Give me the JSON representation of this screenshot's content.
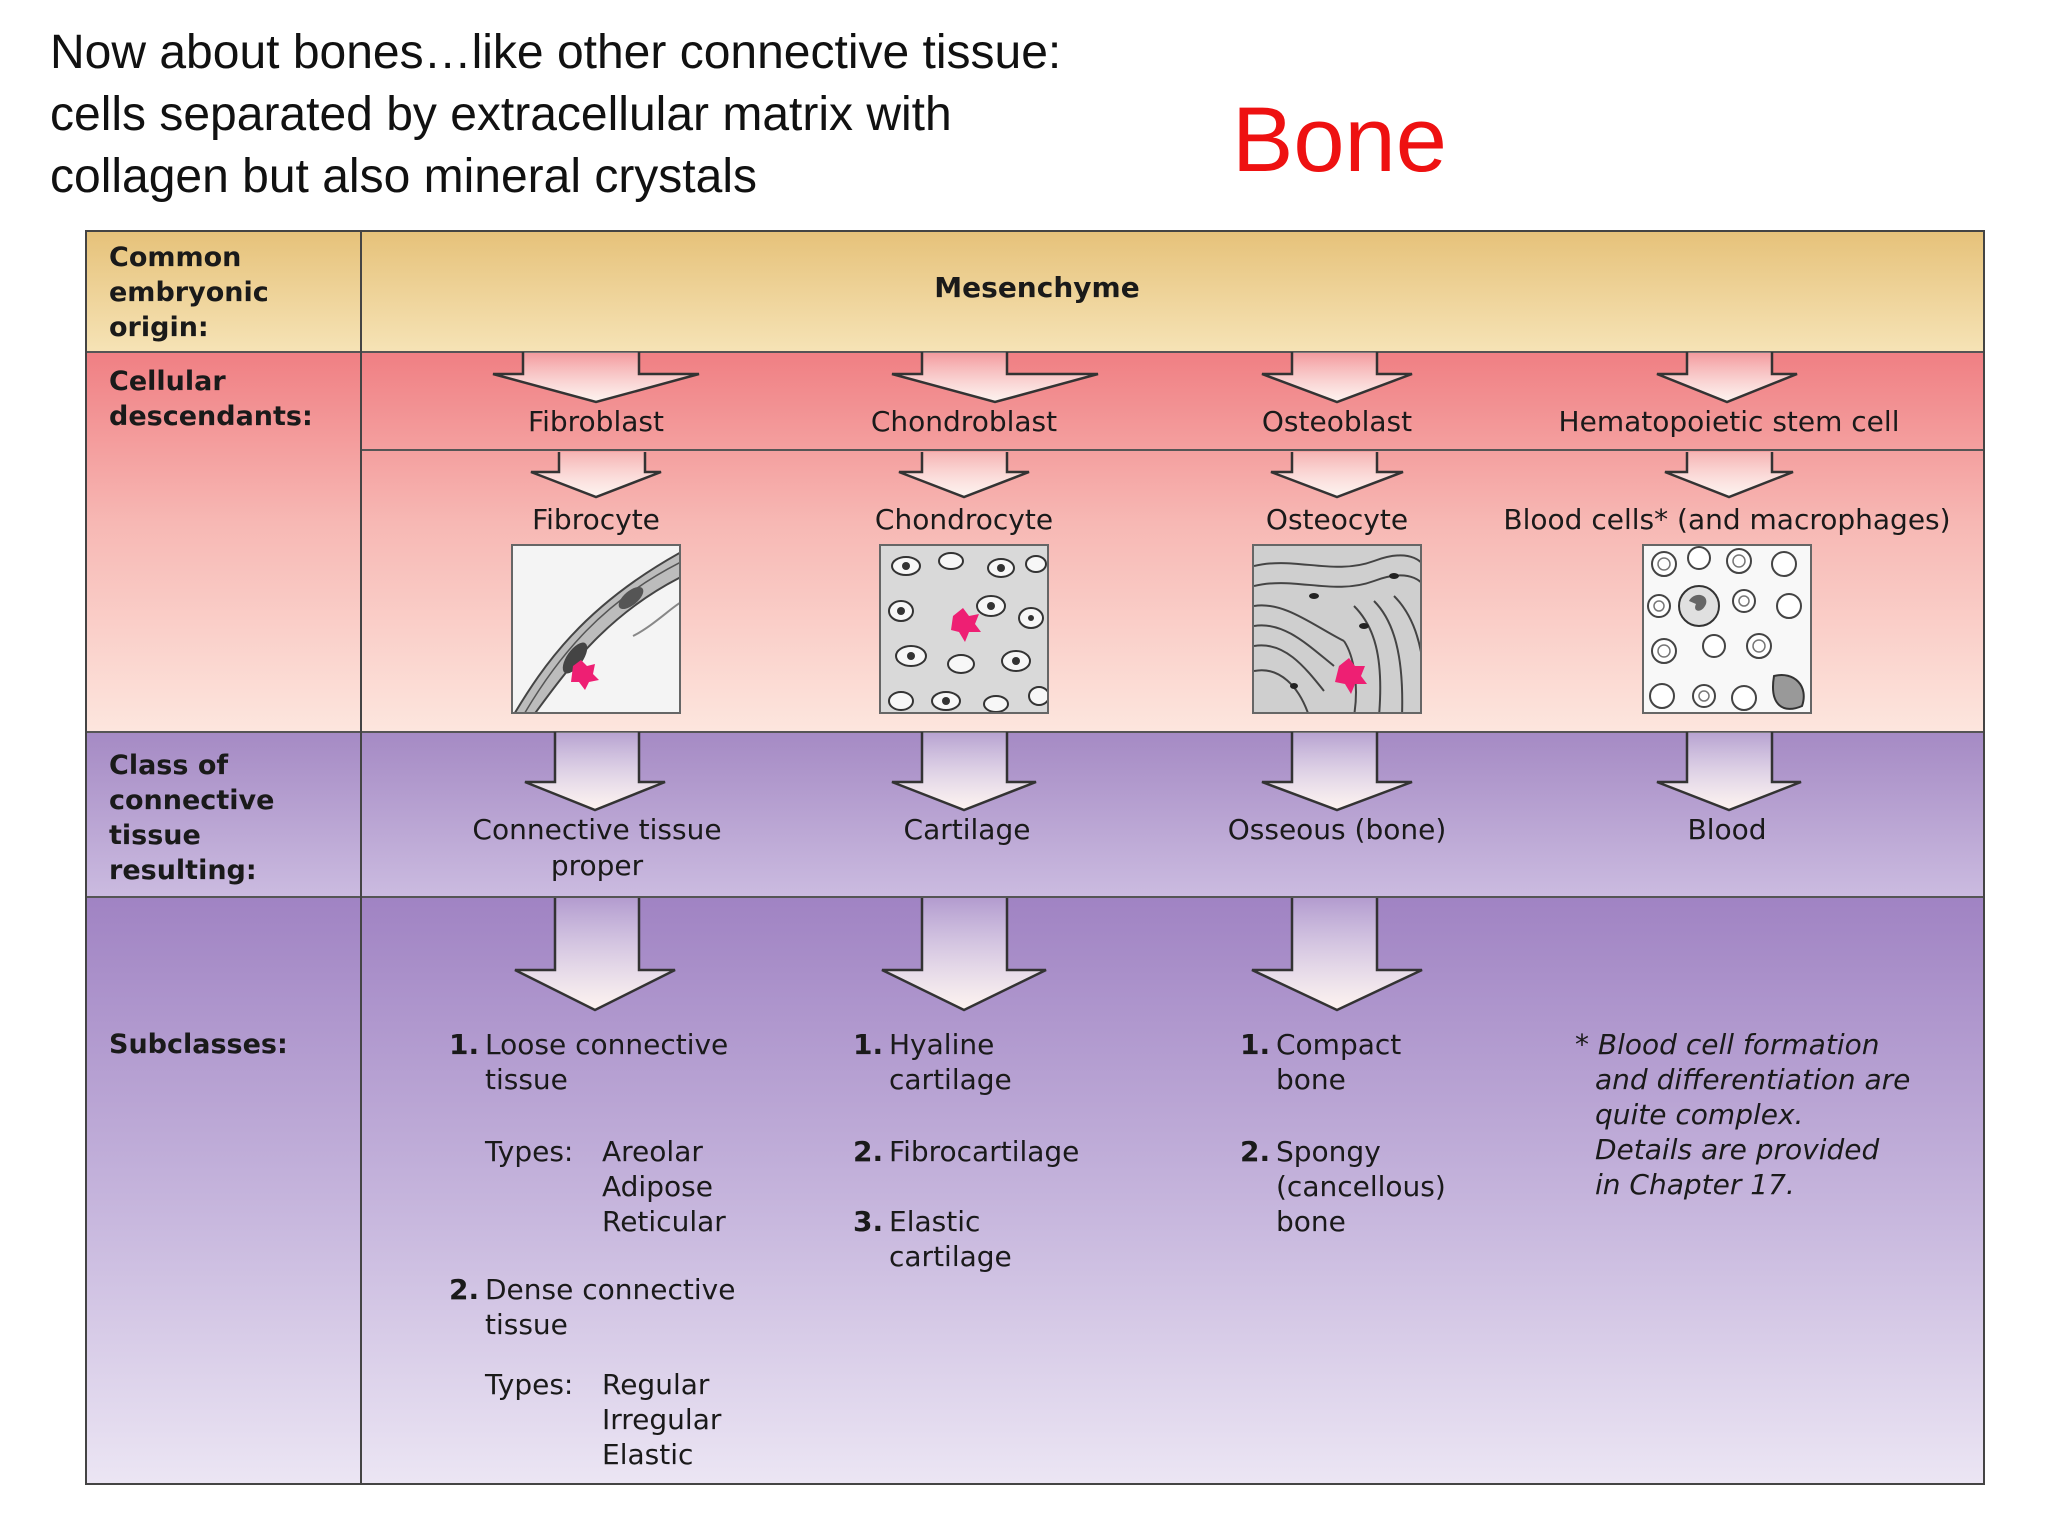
{
  "intro_lines": [
    "Now about bones…like other connective tissue:",
    "cells separated by extracellular matrix with",
    "collagen but also mineral crystals"
  ],
  "title": "Bone",
  "row_labels": {
    "origin": [
      "Common",
      "embryonic",
      "origin:"
    ],
    "cellular": [
      "Cellular",
      "descendants:"
    ],
    "class": [
      "Class of",
      "connective",
      "tissue",
      "resulting:"
    ],
    "subclasses": "Subclasses:"
  },
  "origin": "Mesenchyme",
  "columns": [
    {
      "descendant": "Fibroblast",
      "mature": "Fibrocyte",
      "class": [
        "Connective tissue",
        "proper"
      ]
    },
    {
      "descendant": "Chondroblast",
      "mature": "Chondrocyte",
      "class": [
        "Cartilage"
      ]
    },
    {
      "descendant": "Osteoblast",
      "mature": "Osteocyte",
      "class": [
        "Osseous (bone)"
      ]
    },
    {
      "descendant": "Hematopoietic stem cell",
      "mature": "Blood cells* (and macrophages)",
      "class": [
        "Blood"
      ]
    }
  ],
  "subclasses": {
    "ctp": {
      "loose": {
        "num": "1.",
        "l1": "Loose connective",
        "l2": "tissue"
      },
      "types1": {
        "label": "Types:",
        "items": [
          "Areolar",
          "Adipose",
          "Reticular"
        ]
      },
      "dense": {
        "num": "2.",
        "l1": "Dense connective",
        "l2": "tissue"
      },
      "types2": {
        "label": "Types:",
        "items": [
          "Regular",
          "Irregular",
          "Elastic"
        ]
      }
    },
    "cartilage": [
      {
        "num": "1.",
        "lines": [
          "Hyaline",
          "cartilage"
        ]
      },
      {
        "num": "2.",
        "lines": [
          "Fibrocartilage"
        ]
      },
      {
        "num": "3.",
        "lines": [
          "Elastic",
          "cartilage"
        ]
      }
    ],
    "bone": [
      {
        "num": "1.",
        "lines": [
          "Compact",
          "bone"
        ]
      },
      {
        "num": "2.",
        "lines": [
          "Spongy",
          "(cancellous)",
          "bone"
        ]
      }
    ],
    "blood_note": [
      "* Blood cell formation",
      "and differentiation are",
      "quite complex.",
      "Details are provided",
      "in Chapter 17."
    ]
  },
  "colors": {
    "title": "#ee1111",
    "origin_band": "#e6c27a",
    "cellular_band": "#f07f83",
    "class_band": "#a58ac4",
    "arrow_fill": "#fdf3ef",
    "cell_marker": "#ee1f73"
  }
}
